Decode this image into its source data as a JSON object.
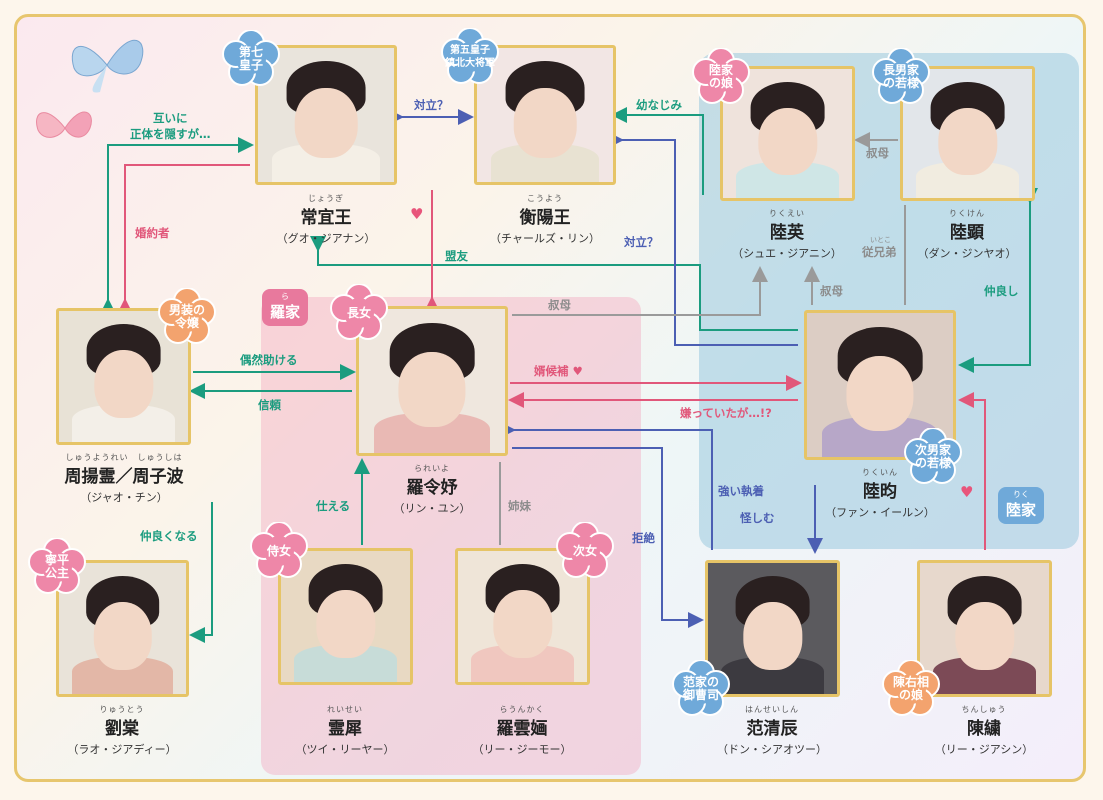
{
  "zones": {
    "ra": {
      "ruby": "ら",
      "label": "羅家"
    },
    "riku": {
      "ruby": "りく",
      "label": "陸家"
    }
  },
  "characters": {
    "changyi": {
      "ruby": "じょうぎ",
      "name": "常宜王",
      "actor": "（グオ・ジアナン）",
      "tag": "第七\n皇子"
    },
    "hengyang": {
      "ruby": "こうよう",
      "name": "衡陽王",
      "actor": "（チャールズ・リン）",
      "tag": "第五皇子\n鎮北大将軍"
    },
    "luying": {
      "ruby": "りくえい",
      "name": "陸英",
      "actor": "（シュエ・ジアニン）",
      "tag": "陸家\nの娘"
    },
    "luxian": {
      "ruby": "りくけん",
      "name": "陸顕",
      "actor": "（ダン・ジンヤオ）",
      "tag": "長男家\nの若様"
    },
    "zhou": {
      "ruby": "しゅうようれい　しゅうしは",
      "name": "周揚霊／周子波",
      "actor": "（ジャオ・チン）",
      "tag": "男装の\n令嬢"
    },
    "luoling": {
      "ruby": "られいよ",
      "name": "羅令妤",
      "actor": "（リン・ユン）",
      "tag": "長女"
    },
    "luyun": {
      "ruby": "りくいん",
      "name": "陸昀",
      "actor": "（ファン・イールン）",
      "tag": "次男家\nの若様"
    },
    "liutang": {
      "ruby": "りゅうとう",
      "name": "劉棠",
      "actor": "（ラオ・ジアディー）",
      "tag": "寧平\n公主"
    },
    "lingxi": {
      "ruby": "れいせい",
      "name": "霊犀",
      "actor": "（ツイ・リーヤー）",
      "tag": "侍女"
    },
    "luoyun": {
      "ruby": "らうんかく",
      "name": "羅雲婳",
      "actor": "（リー・ジーモー）",
      "tag": "次女"
    },
    "fan": {
      "ruby": "はんせいしん",
      "name": "范清辰",
      "actor": "（ドン・シアオツー）",
      "tag": "范家の\n御曹司"
    },
    "chenxiu": {
      "ruby": "ちんしゅう",
      "name": "陳繍",
      "actor": "（リー・ジアシン）",
      "tag": "陳右相\nの娘"
    }
  },
  "relations": {
    "hidden": "互いに\n正体を隠すが…",
    "fiance": "婚約者",
    "rival1": "対立？",
    "ally": "盟友",
    "childhood": "幼なじみ",
    "rival2": "対立？",
    "aunt1": "叔母",
    "aunt2": "叔母",
    "aunt3": "叔母",
    "cousin_ruby": "いとこ",
    "cousin": "従兄弟",
    "close1": "仲良し",
    "saved": "偶然助ける",
    "trust": "信頼",
    "suitor": "婿候補",
    "disliked": "嫌っていたが…!?",
    "serve": "仕える",
    "sisters": "姉妹",
    "obsess": "強い執着",
    "suspect": "怪しむ",
    "refuse": "拒絶",
    "close2": "仲良くなる"
  },
  "colors": {
    "teal": "#1b9c7f",
    "pink": "#e1577a",
    "blue": "#4c5fb3",
    "gray": "#9a9a9a",
    "gold": "#e6c467",
    "flower_pink": "#ee87a8",
    "flower_blue": "#6fa9d9",
    "flower_orange": "#f3a36e"
  }
}
